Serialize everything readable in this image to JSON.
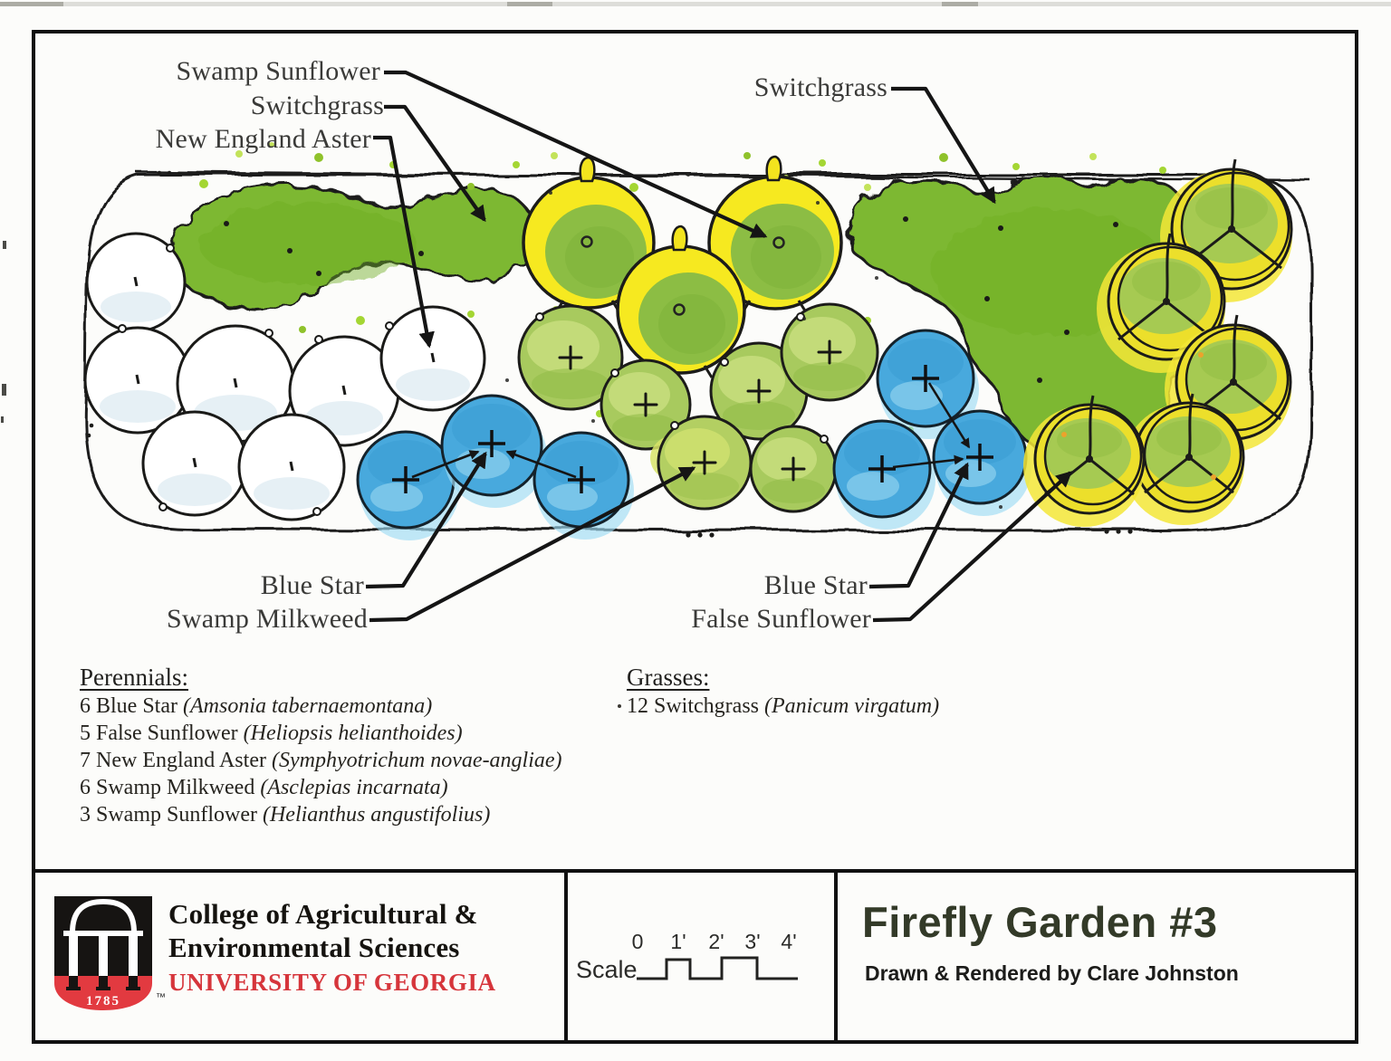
{
  "plan": {
    "callouts": {
      "swamp_sunflower": "Swamp Sunflower",
      "switchgrass_left": "Switchgrass",
      "new_england_aster": "New England Aster",
      "switchgrass_right": "Switchgrass",
      "blue_star_left": "Blue Star",
      "swamp_milkweed": "Swamp Milkweed",
      "blue_star_right": "Blue Star",
      "false_sunflower": "False Sunflower"
    },
    "colors": {
      "switchgrass_mass_green": "#7db830",
      "blue_star_blue": "#48a9dd",
      "swamp_milkweed_green": "#a8ca5e",
      "swamp_sunflower_yellow": "#f6e920",
      "false_sunflower_yellow": "#ecdf2b",
      "aster_white": "#ffffff"
    }
  },
  "plant_list": {
    "perennials": {
      "heading": "Perennials:",
      "items": [
        {
          "qty": "6",
          "name": "Blue Star",
          "latin": "(Amsonia tabernaemontana)"
        },
        {
          "qty": "5",
          "name": "False Sunflower",
          "latin": "(Heliopsis helianthoides)"
        },
        {
          "qty": "7",
          "name": "New England Aster",
          "latin": "(Symphyotrichum novae-angliae)"
        },
        {
          "qty": "6",
          "name": "Swamp Milkweed",
          "latin": "(Asclepias incarnata)"
        },
        {
          "qty": "3",
          "name": "Swamp Sunflower",
          "latin": "(Helianthus angustifolius)"
        }
      ]
    },
    "grasses": {
      "heading": "Grasses:",
      "items": [
        {
          "qty": "12",
          "name": "Switchgrass",
          "latin": "(Panicum virgatum)"
        }
      ]
    }
  },
  "title_block": {
    "college_line1": "College of Agricultural &",
    "college_line2": "Environmental Sciences",
    "university": "UNIVERSITY OF GEORGIA",
    "logo_year": "1785",
    "trademark": "™",
    "scale_label": "Scale",
    "scale_ticks": [
      "0",
      "1'",
      "2'",
      "3'",
      "4'"
    ],
    "title": "Firefly Garden #3",
    "credit": "Drawn & Rendered by Clare Johnston"
  }
}
